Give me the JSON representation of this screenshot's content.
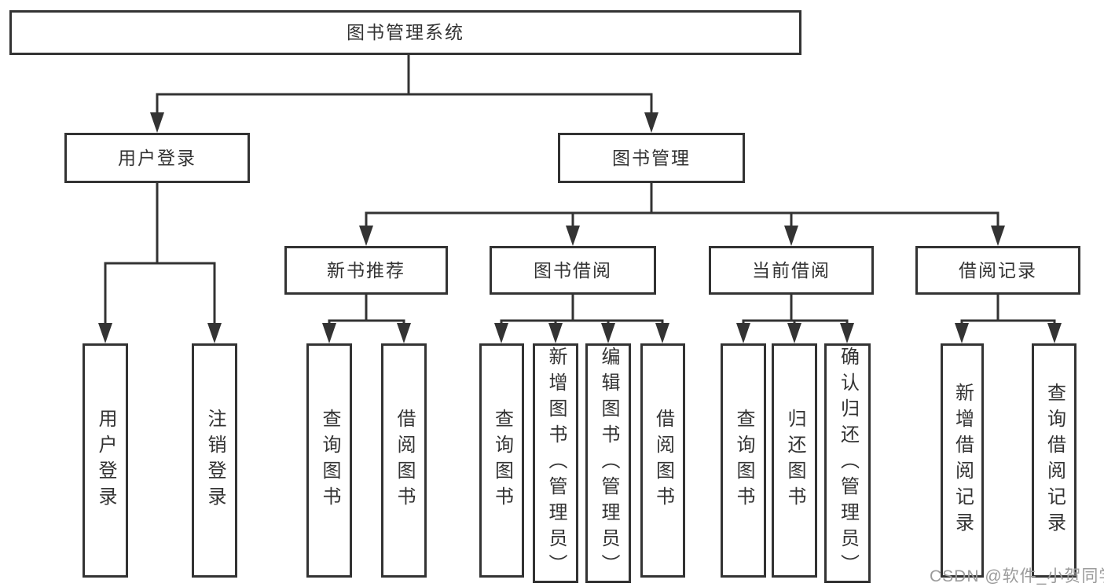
{
  "diagram": {
    "type": "hierarchy-tree",
    "root": {
      "label": "图书管理系统",
      "children": [
        {
          "label": "用户登录",
          "children": [
            {
              "label": "用户登录"
            },
            {
              "label": "注销登录"
            }
          ]
        },
        {
          "label": "图书管理",
          "children": [
            {
              "label": "新书推荐",
              "children": [
                {
                  "label": "查询图书"
                },
                {
                  "label": "借阅图书"
                }
              ]
            },
            {
              "label": "图书借阅",
              "children": [
                {
                  "label": "查询图书"
                },
                {
                  "label": "新增图书（管理员）"
                },
                {
                  "label": "编辑图书（管理员）"
                },
                {
                  "label": "借阅图书"
                }
              ]
            },
            {
              "label": "当前借阅",
              "children": [
                {
                  "label": "查询图书"
                },
                {
                  "label": "归还图书"
                },
                {
                  "label": "确认归还（管理员）"
                }
              ]
            },
            {
              "label": "借阅记录",
              "children": [
                {
                  "label": "新增借阅记录"
                },
                {
                  "label": "查询借阅记录"
                }
              ]
            }
          ]
        }
      ]
    },
    "colors": {
      "line": "#333333",
      "text": "#333333",
      "box_background": "#ffffff",
      "watermark": "#9b9b9b"
    }
  },
  "watermark": {
    "text": "CSDN @软件_小贺同学"
  }
}
